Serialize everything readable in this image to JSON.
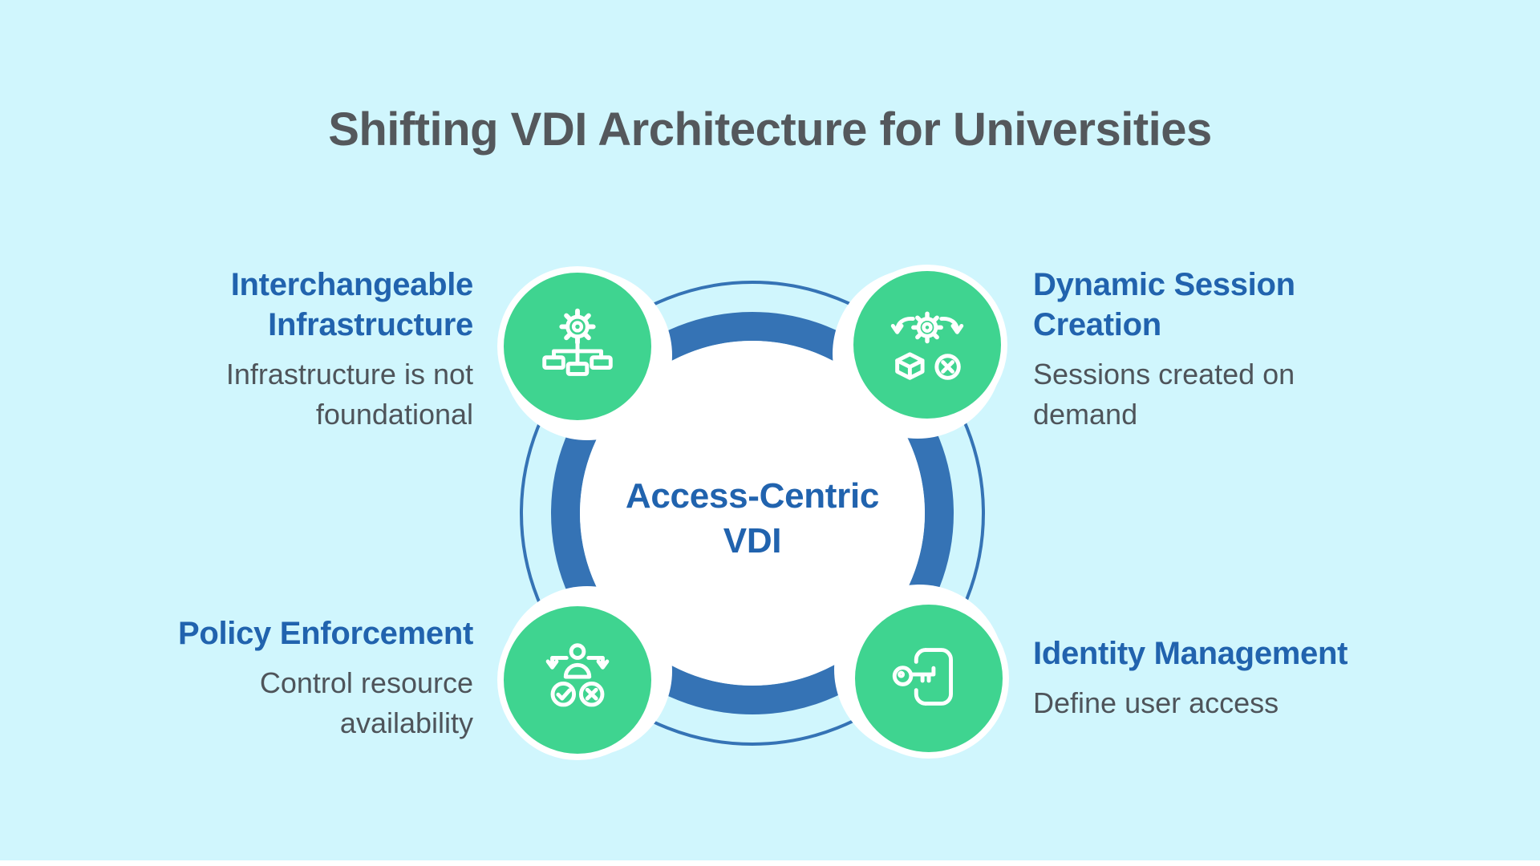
{
  "title": "Shifting VDI Architecture for Universities",
  "center": {
    "label": "Access-Centric\nVDI"
  },
  "colors": {
    "background": "#d0f6fd",
    "node_green": "#3fd490",
    "ring_blue": "#3573b5",
    "heading_blue": "#2163ae",
    "title_gray": "#54585c",
    "body_gray": "#4e545a",
    "icon_stroke": "#ffffff"
  },
  "items": [
    {
      "title": "Interchangeable\nInfrastructure",
      "description": "Infrastructure is not\nfoundational",
      "icon": "gear-hierarchy-icon",
      "position": "top-left"
    },
    {
      "title": "Dynamic Session\nCreation",
      "description": "Sessions created on\ndemand",
      "icon": "gear-routing-cube-cancel-icon",
      "position": "top-right"
    },
    {
      "title": "Policy Enforcement",
      "description": "Control resource\navailability",
      "icon": "user-decision-approve-deny-icon",
      "position": "bottom-left"
    },
    {
      "title": "Identity Management",
      "description": "Define user access",
      "icon": "key-access-icon",
      "position": "bottom-right"
    }
  ]
}
